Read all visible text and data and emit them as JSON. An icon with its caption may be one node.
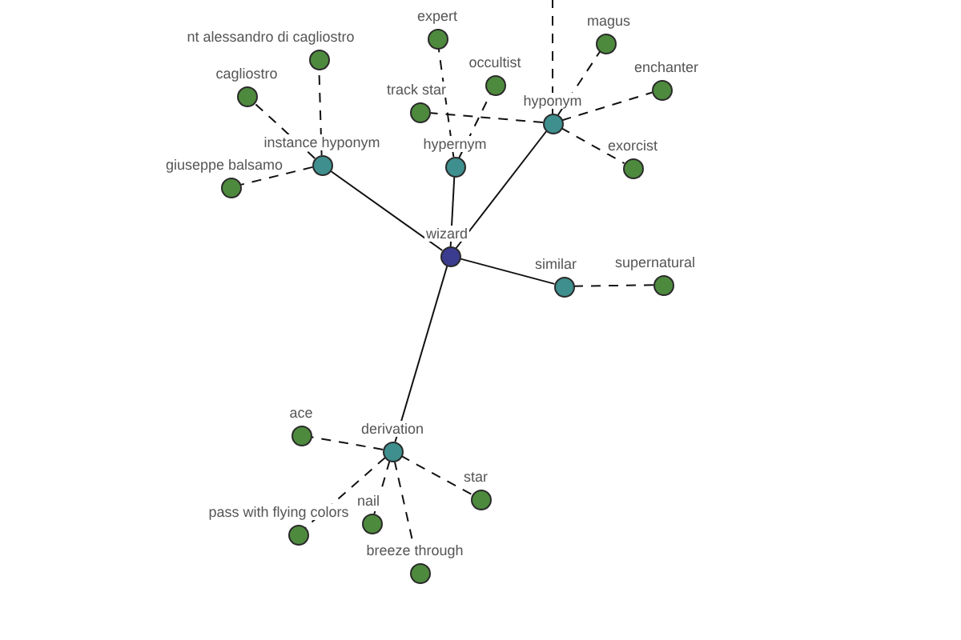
{
  "diagram": {
    "nodes": [
      {
        "text": [
          "wizard"
        ]
      },
      {
        "text": [
          "instance hyponym"
        ]
      },
      {
        "text": [
          "hypernym"
        ]
      },
      {
        "text": [
          "hyponym"
        ]
      },
      {
        "text": [
          "similar"
        ]
      },
      {
        "text": [
          "derivation"
        ]
      },
      {
        "text": [
          "nt alessandro di cagliostro"
        ]
      },
      {
        "text": [
          "cagliostro"
        ]
      },
      {
        "text": [
          "giuseppe balsamo"
        ]
      },
      {
        "text": [
          "expert"
        ]
      },
      {
        "text": [
          "occultist"
        ]
      },
      {
        "text": [
          "track star"
        ]
      },
      {
        "text": [
          "magus"
        ]
      },
      {
        "text": [
          "enchanter"
        ]
      },
      {
        "text": [
          "exorcist"
        ]
      },
      {
        "text": [
          "supernatural"
        ]
      },
      {
        "text": [
          "ace"
        ]
      },
      {
        "text": [
          "star"
        ]
      },
      {
        "text": [
          "nail"
        ]
      },
      {
        "text": [
          "pass with flying colors"
        ]
      },
      {
        "text": [
          "breeze through"
        ]
      }
    ],
    "edges": [
      {
        "from": 0,
        "to": 1,
        "arrow": "none"
      },
      {
        "from": 0,
        "to": 2,
        "arrow": "none"
      },
      {
        "from": 0,
        "to": 3,
        "arrow": "none"
      },
      {
        "from": 0,
        "to": 4,
        "arrow": "none"
      },
      {
        "from": 0,
        "to": 5,
        "arrow": "none"
      },
      {
        "from": 1,
        "to": 6,
        "arrow": "none",
        "style": "dashed"
      },
      {
        "from": 1,
        "to": 7,
        "arrow": "none",
        "style": "dashed"
      },
      {
        "from": 1,
        "to": 8,
        "arrow": "none",
        "style": "dashed"
      },
      {
        "from": 2,
        "to": 9,
        "arrow": "none",
        "style": "dashed"
      },
      {
        "from": 2,
        "to": 10,
        "arrow": "none",
        "style": "dashed"
      },
      {
        "from": 3,
        "to": 11,
        "arrow": "none",
        "style": "dashed"
      },
      {
        "from": 3,
        "to": 12,
        "arrow": "none",
        "style": "dashed"
      },
      {
        "from": 3,
        "to": 13,
        "arrow": "none",
        "style": "dashed"
      },
      {
        "from": 3,
        "to": 14,
        "arrow": "none",
        "style": "dashed"
      },
      {
        "from": 3,
        "to": null,
        "arrow": "none",
        "style": "dashed"
      },
      {
        "from": 4,
        "to": 15,
        "arrow": "none",
        "style": "dashed"
      },
      {
        "from": 5,
        "to": 16,
        "arrow": "none",
        "style": "dashed"
      },
      {
        "from": 5,
        "to": 17,
        "arrow": "none",
        "style": "dashed"
      },
      {
        "from": 5,
        "to": 18,
        "arrow": "none",
        "style": "dashed"
      },
      {
        "from": 5,
        "to": 19,
        "arrow": "none",
        "style": "dashed"
      },
      {
        "from": 5,
        "to": 20,
        "arrow": "none",
        "style": "dashed"
      }
    ]
  }
}
